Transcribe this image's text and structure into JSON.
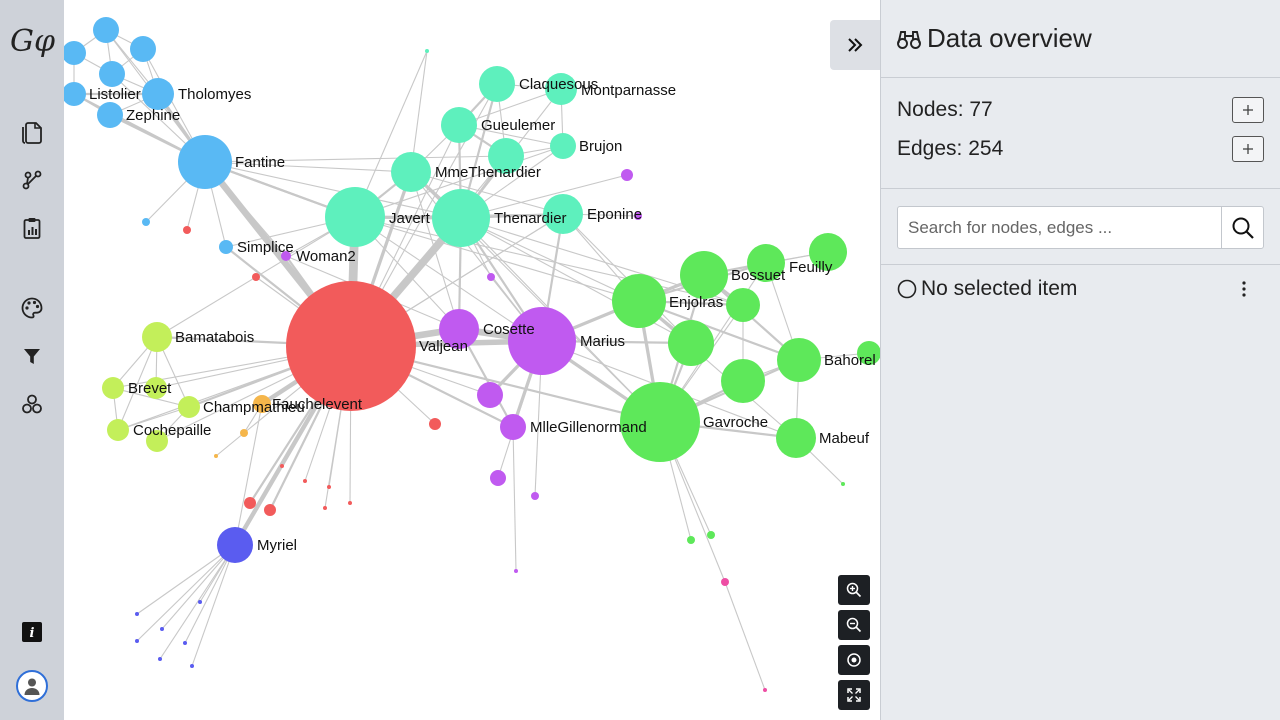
{
  "app": {
    "logo_text": "Gφ",
    "icons": {
      "file": "file-icon",
      "graph": "graph-icon",
      "stats": "clipboard-stats-icon",
      "palette": "palette-icon",
      "filter": "filter-icon",
      "communities": "communities-icon",
      "info": "info-icon",
      "user": "user-icon"
    }
  },
  "panel": {
    "title": "Data overview",
    "nodes_label": "Nodes: 77",
    "edges_label": "Edges: 254",
    "search_placeholder": "Search for nodes, edges ...",
    "selection_text": "No selected item"
  },
  "colors": {
    "teal": "#5ef0bd",
    "blue": "#59b9f4",
    "green": "#5ee85a",
    "purple": "#c05af0",
    "red": "#f25b5b",
    "lime": "#c3ef5a",
    "indigo": "#5a5cf0",
    "orange": "#f5b64b",
    "pink": "#ee4ea4"
  },
  "graph": {
    "nodes": [
      {
        "id": "Valjean",
        "label": "Valjean",
        "color": "red",
        "size": 65
      },
      {
        "id": "Marius",
        "label": "Marius",
        "color": "purple",
        "size": 34
      },
      {
        "id": "Cosette",
        "label": "Cosette",
        "color": "purple",
        "size": 20
      },
      {
        "id": "MlleGillenormand",
        "label": "MlleGillenormand",
        "color": "purple",
        "size": 13
      },
      {
        "id": "Woman2",
        "label": "Woman2",
        "color": "purple",
        "size": 5
      },
      {
        "id": "Javert",
        "label": "Javert",
        "color": "teal",
        "size": 30
      },
      {
        "id": "Thenardier",
        "label": "Thenardier",
        "color": "teal",
        "size": 29
      },
      {
        "id": "MmeThenardier",
        "label": "MmeThenardier",
        "color": "teal",
        "size": 20
      },
      {
        "id": "Gueulemer",
        "label": "Gueulemer",
        "color": "teal",
        "size": 18
      },
      {
        "id": "Claquesous",
        "label": "Claquesous",
        "color": "teal",
        "size": 18
      },
      {
        "id": "Montparnasse",
        "label": "Montparnasse",
        "color": "teal",
        "size": 16
      },
      {
        "id": "Brujon",
        "label": "Brujon",
        "color": "teal",
        "size": 13
      },
      {
        "id": "Eponine",
        "label": "Eponine",
        "color": "teal",
        "size": 20
      },
      {
        "id": "Babet",
        "label": "",
        "color": "teal",
        "size": 18
      },
      {
        "id": "Fantine",
        "label": "Fantine",
        "color": "blue",
        "size": 27
      },
      {
        "id": "Tholomyes",
        "label": "Tholomyes",
        "color": "blue",
        "size": 16
      },
      {
        "id": "Listolier",
        "label": "Listolier",
        "color": "blue",
        "size": 12
      },
      {
        "id": "Zephine",
        "label": "Zephine",
        "color": "blue",
        "size": 13
      },
      {
        "id": "Simplice",
        "label": "Simplice",
        "color": "blue",
        "size": 7
      },
      {
        "id": "Enjolras",
        "label": "Enjolras",
        "color": "green",
        "size": 27
      },
      {
        "id": "Gavroche",
        "label": "Gavroche",
        "color": "green",
        "size": 40
      },
      {
        "id": "Bossuet",
        "label": "Bossuet",
        "color": "green",
        "size": 24
      },
      {
        "id": "Feuilly",
        "label": "Feuilly",
        "color": "green",
        "size": 19
      },
      {
        "id": "Bahorel",
        "label": "Bahorel",
        "color": "green",
        "size": 22
      },
      {
        "id": "Mabeuf",
        "label": "Mabeuf",
        "color": "green",
        "size": 20
      },
      {
        "id": "Bamatabois",
        "label": "Bamatabois",
        "color": "lime",
        "size": 15
      },
      {
        "id": "Brevet",
        "label": "Brevet",
        "color": "lime",
        "size": 11
      },
      {
        "id": "Champmathieu",
        "label": "Champmathieu",
        "color": "lime",
        "size": 11
      },
      {
        "id": "Cochepaille",
        "label": "Cochepaille",
        "color": "lime",
        "size": 11
      },
      {
        "id": "Fauchelevent",
        "label": "Fauchelevent",
        "color": "orange",
        "size": 9
      },
      {
        "id": "Myriel",
        "label": "Myriel",
        "color": "indigo",
        "size": 18
      }
    ]
  }
}
